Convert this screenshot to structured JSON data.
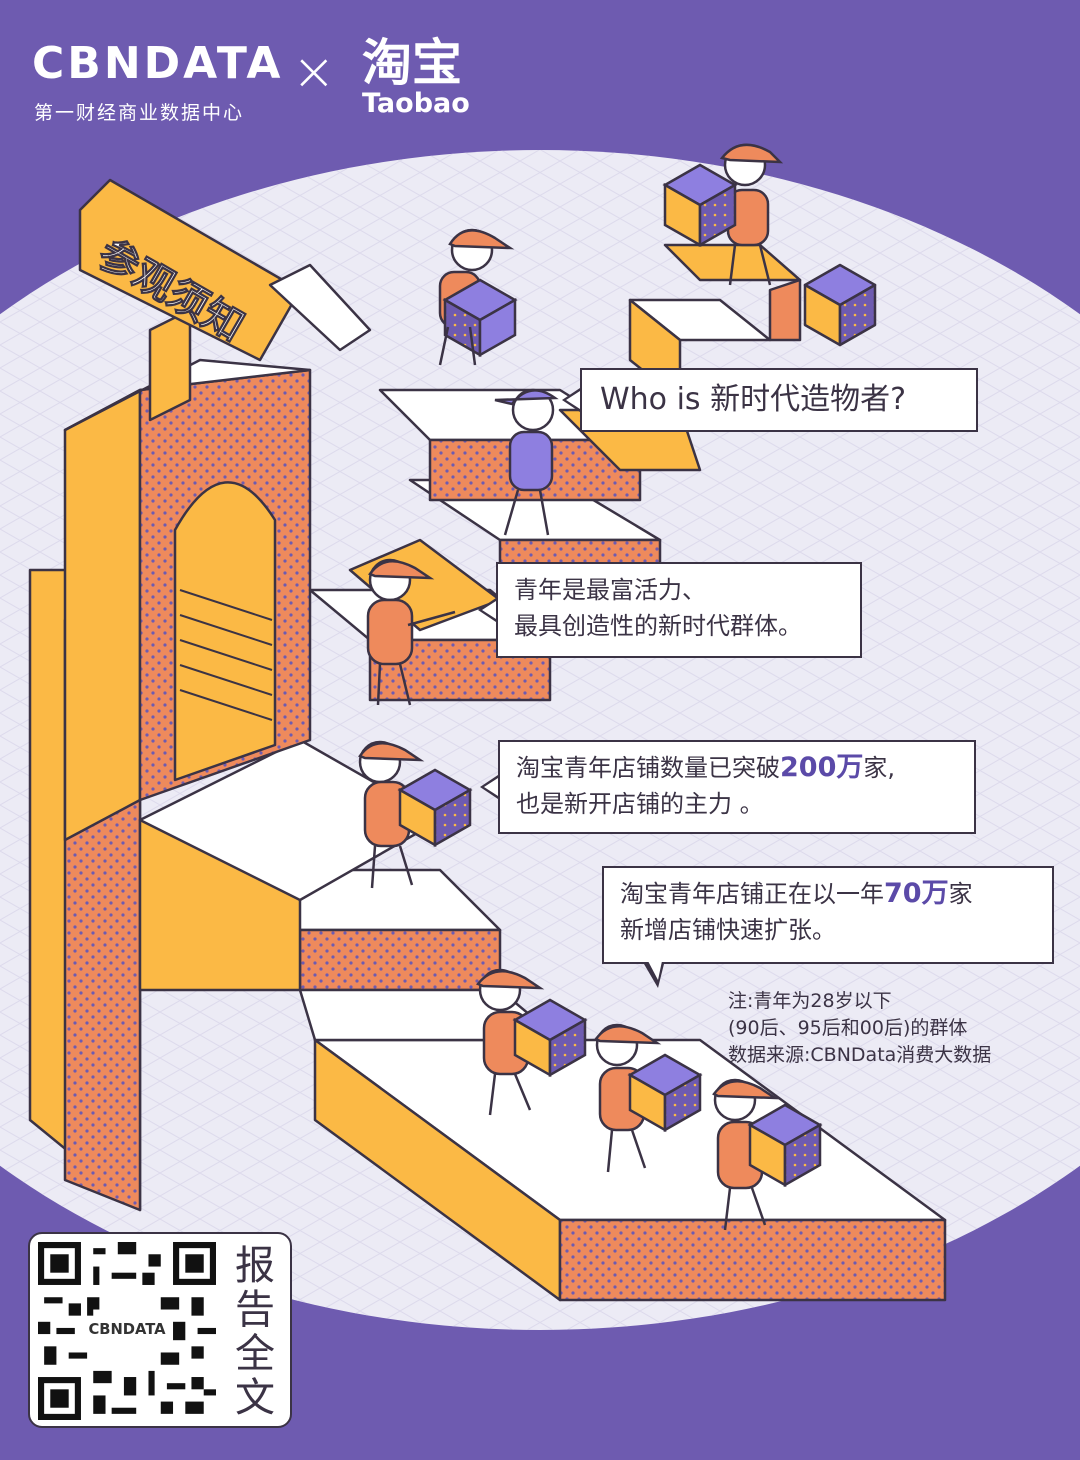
{
  "header": {
    "cbn_logo": "CBNDATA",
    "cbn_subtitle": "第一财经商业数据中心",
    "times": "×",
    "taobao_cn": "淘宝",
    "taobao_en": "Taobao"
  },
  "sign": "参观须知",
  "bubbles": {
    "who": "Who is 新时代造物者?",
    "youth_line1": "青年是最富活力、",
    "youth_line2": "最具创造性的新时代群体。",
    "shops_prefix": "淘宝青年店铺数量已突破",
    "shops_number": "200万",
    "shops_suffix": "家,",
    "shops_line2": "也是新开店铺的主力 。",
    "growth_prefix": "淘宝青年店铺正在以一年",
    "growth_number": "70万",
    "growth_suffix": "家",
    "growth_line2": "新增店铺快速扩张。"
  },
  "note": {
    "line1": "注:青年为28岁以下",
    "line2": "(90后、95后和00后)的群体",
    "line3": "数据来源:CBNData消费大数据"
  },
  "qr": {
    "center_logo": "CBNDATA",
    "label_chars": [
      "报",
      "告",
      "全",
      "文"
    ]
  },
  "colors": {
    "purple": "#6e5bb0",
    "lavender_bg": "#ecebf5",
    "yellow": "#fbb945",
    "orange": "#ee8a5c",
    "ink": "#3b3345",
    "box_purple": "#8e7fe0"
  }
}
